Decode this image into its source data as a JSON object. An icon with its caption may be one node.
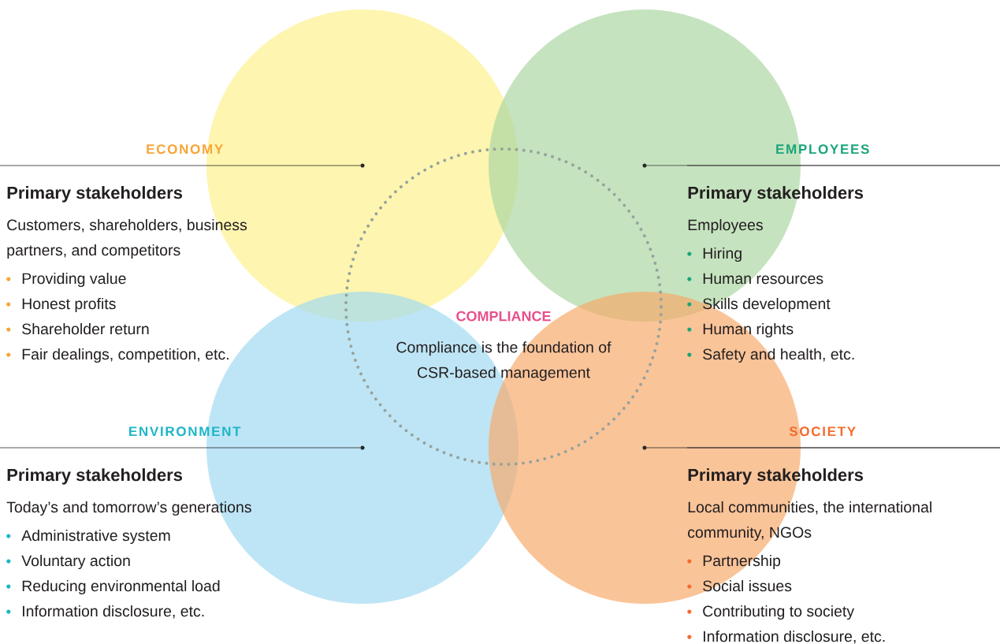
{
  "diagram": {
    "nodes": [
      {
        "text": [],
        "shape": "circle"
      },
      {
        "text": [],
        "shape": "circle"
      },
      {
        "text": [],
        "shape": "circle"
      },
      {
        "text": [],
        "shape": "circle"
      },
      {
        "text": [
          "COMPLIANCE",
          "Compliance is the foundation of CSR-based management"
        ]
      },
      {
        "text": [
          "ECONOMY",
          "Primary stakeholders",
          "Customers, shareholders, business partners, and competitors",
          "Providing value",
          "Honest profits",
          "Shareholder return",
          "Fair dealings, competition, etc."
        ]
      },
      {
        "text": [
          "EMPLOYEES",
          "Primary stakeholders",
          "Employees",
          "Hiring",
          "Human resources",
          "Skills development",
          "Human rights",
          "Safety and health, etc."
        ]
      },
      {
        "text": [
          "ENVIRONMENT",
          "Primary stakeholders",
          "Today’s and tomorrow’s generations",
          "Administrative system",
          "Voluntary action",
          "Reducing environmental load",
          "Information disclosure, etc."
        ]
      },
      {
        "text": [
          "SOCIETY",
          "Primary stakeholders",
          "Local communities, the international community, NGOs",
          "Partnership",
          "Social issues",
          "Contributing to society",
          "Information disclosure, etc."
        ]
      },
      {
        "text": [],
        "shape": "circle",
        "in": 0
      },
      {
        "text": [],
        "shape": "circle",
        "in": 1
      },
      {
        "text": [],
        "shape": "circle",
        "in": 2
      },
      {
        "text": [],
        "shape": "circle",
        "in": 3
      }
    ],
    "edges": [
      {
        "from": 5,
        "to": 9,
        "arrow": "none"
      },
      {
        "from": 6,
        "to": 10,
        "arrow": "none"
      },
      {
        "from": 7,
        "to": 11,
        "arrow": "none"
      },
      {
        "from": 8,
        "to": 12,
        "arrow": "none"
      }
    ]
  }
}
